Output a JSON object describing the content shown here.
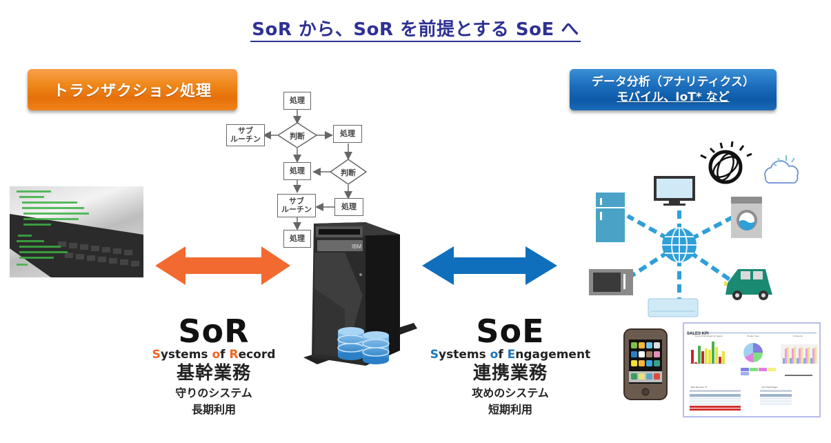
{
  "title": "SoR から、SoR を前提とする SoE へ",
  "left_banner": "トランザクション処理",
  "right_banner": {
    "line1": "データ分析（アナリティクス）",
    "line2": "モバイル、IoT* など"
  },
  "flowchart": {
    "process_label": "処理",
    "decision_label": "判断",
    "subroutine_line1": "サブ",
    "subroutine_line2": "ルーチン"
  },
  "sor": {
    "acronym": "SoR",
    "full_parts": [
      {
        "text": "S",
        "highlight": true
      },
      {
        "text": "ystems ",
        "highlight": false
      },
      {
        "text": "o",
        "highlight": true
      },
      {
        "text": "f ",
        "highlight": false
      },
      {
        "text": "R",
        "highlight": true
      },
      {
        "text": "ecord",
        "highlight": false
      }
    ],
    "domain": "基幹業務",
    "nature": "守りのシステム",
    "usage": "長期利用",
    "accent": "#f26522"
  },
  "soe": {
    "acronym": "SoE",
    "full_parts": [
      {
        "text": "S",
        "highlight": true
      },
      {
        "text": "ystems ",
        "highlight": false
      },
      {
        "text": "o",
        "highlight": true
      },
      {
        "text": "f ",
        "highlight": false
      },
      {
        "text": "E",
        "highlight": true
      },
      {
        "text": "ngagement",
        "highlight": false
      }
    ],
    "domain": "連携業務",
    "nature": "攻めのシステム",
    "usage": "短期利用",
    "accent": "#1b75bc"
  },
  "colors": {
    "title": "#2e3192",
    "orange_arrow": "#f26a30",
    "blue_arrow": "#0f6fbd",
    "iot_line": "#2f9fd8"
  },
  "server_brand": "IBM",
  "dashboard": {
    "title": "SALES KPI",
    "chart1_title": "Gross Profit Margin by Region",
    "chart2_title": "Product Type",
    "chart3_title": "% Returns",
    "table1_title": "Best Revenue YT",
    "table2_title": "Top 5 Web Pages"
  },
  "iot_devices": [
    "television",
    "refrigerator",
    "washing-machine",
    "microwave",
    "car",
    "air-conditioner"
  ]
}
